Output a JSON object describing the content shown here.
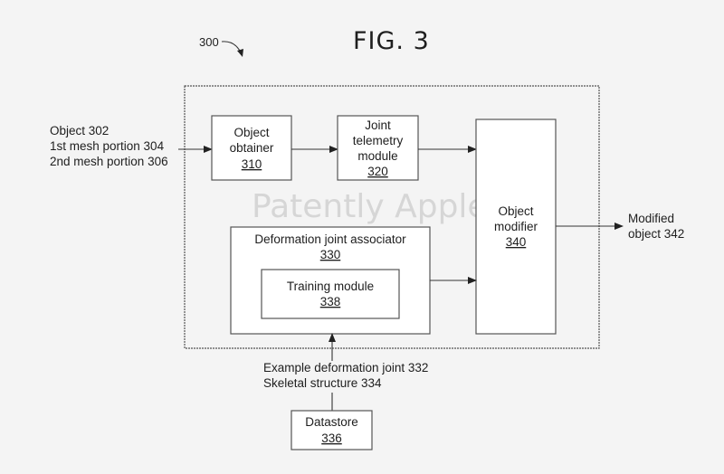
{
  "figure": {
    "title": "FIG. 3",
    "reference_number": "300",
    "watermark": "Patently Apple"
  },
  "inputs": {
    "lines": [
      "Object 302",
      "1st mesh portion 304",
      "2nd mesh portion 306"
    ]
  },
  "blocks": {
    "object_obtainer": {
      "lines": [
        "Object",
        "obtainer"
      ],
      "number": "310"
    },
    "joint_telemetry": {
      "lines": [
        "Joint",
        "telemetry",
        "module"
      ],
      "number": "320"
    },
    "deformation_associator": {
      "lines": [
        "Deformation joint associator"
      ],
      "number": "330"
    },
    "training_module": {
      "lines": [
        "Training module"
      ],
      "number": "338"
    },
    "object_modifier": {
      "lines": [
        "Object",
        "modifier"
      ],
      "number": "340"
    },
    "datastore": {
      "lines": [
        "Datastore"
      ],
      "number": "336"
    }
  },
  "output": {
    "lines": [
      "Modified",
      "object 342"
    ]
  },
  "datastore_labels": {
    "lines": [
      "Example deformation joint 332",
      "Skeletal structure 334"
    ]
  }
}
